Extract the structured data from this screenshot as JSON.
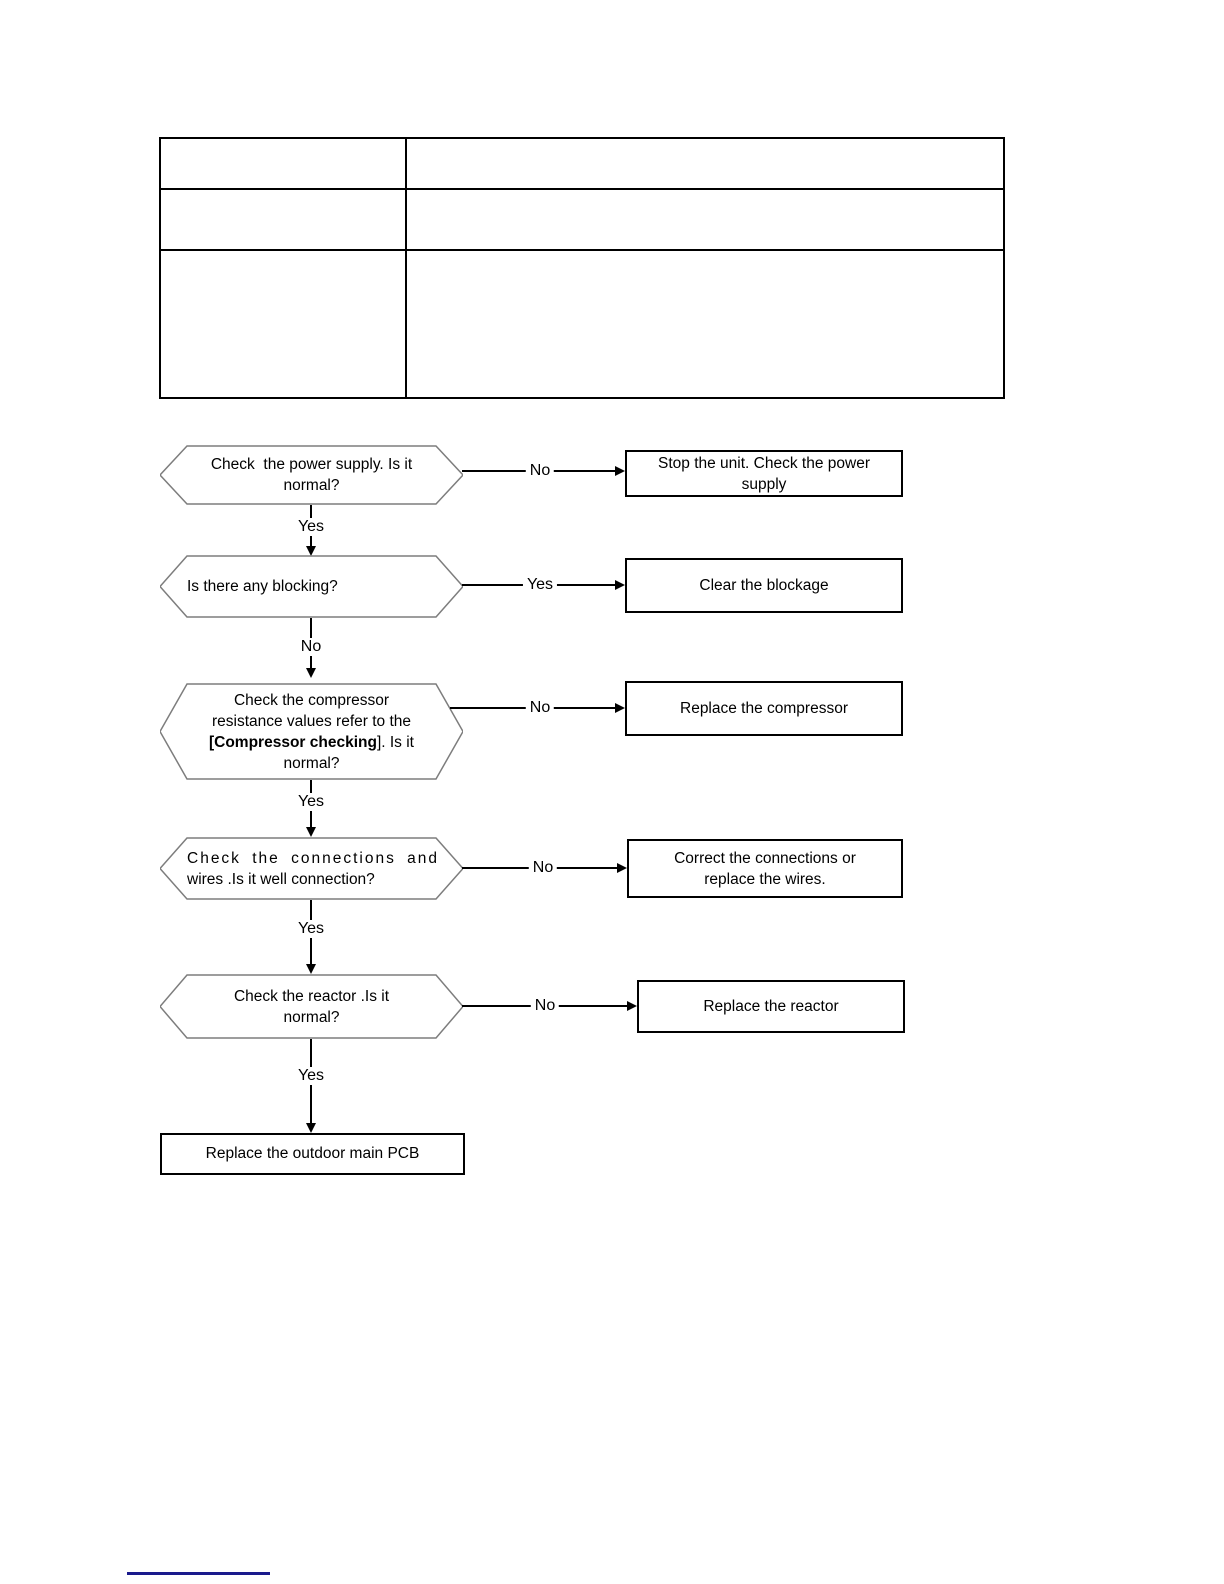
{
  "table": {
    "rows": [
      {
        "col1": "",
        "col2": ""
      },
      {
        "col1": "",
        "col2": ""
      },
      {
        "col1": "",
        "col2": ""
      }
    ]
  },
  "flowchart": {
    "hex1": {
      "line1": "Check  the power supply. Is it",
      "line2": "normal?"
    },
    "box1": {
      "line1": "Stop the unit. Check the power",
      "line2": "supply"
    },
    "conn1": {
      "branch_label": "No",
      "down_label": "Yes"
    },
    "hex2": {
      "line1": "Is there any blocking?"
    },
    "box2": {
      "line1": "Clear the blockage"
    },
    "conn2": {
      "branch_label": "Yes",
      "down_label": "No"
    },
    "hex3": {
      "line1": "Check the compressor",
      "line2": "resistance values refer to the",
      "line3_bold": "[Compressor checking",
      "line3_rest": "]. Is it",
      "line4": "normal?"
    },
    "box3": {
      "line1": "Replace the compressor"
    },
    "conn3": {
      "branch_label": "No",
      "down_label": "Yes"
    },
    "hex4": {
      "line1": "Check the connections and",
      "line2": "wires .Is it well connection?"
    },
    "box4": {
      "line1": "Correct the connections or",
      "line2": "replace the wires."
    },
    "conn4": {
      "branch_label": "No",
      "down_label": "Yes"
    },
    "hex5": {
      "line1": "Check the reactor .Is it",
      "line2": "normal?"
    },
    "box5": {
      "line1": "Replace the reactor"
    },
    "conn5": {
      "branch_label": "No",
      "down_label": "Yes"
    },
    "final_box": {
      "line1": "Replace the outdoor main PCB"
    }
  },
  "footer": {
    "link_underline_color": "#1a1a8c"
  }
}
